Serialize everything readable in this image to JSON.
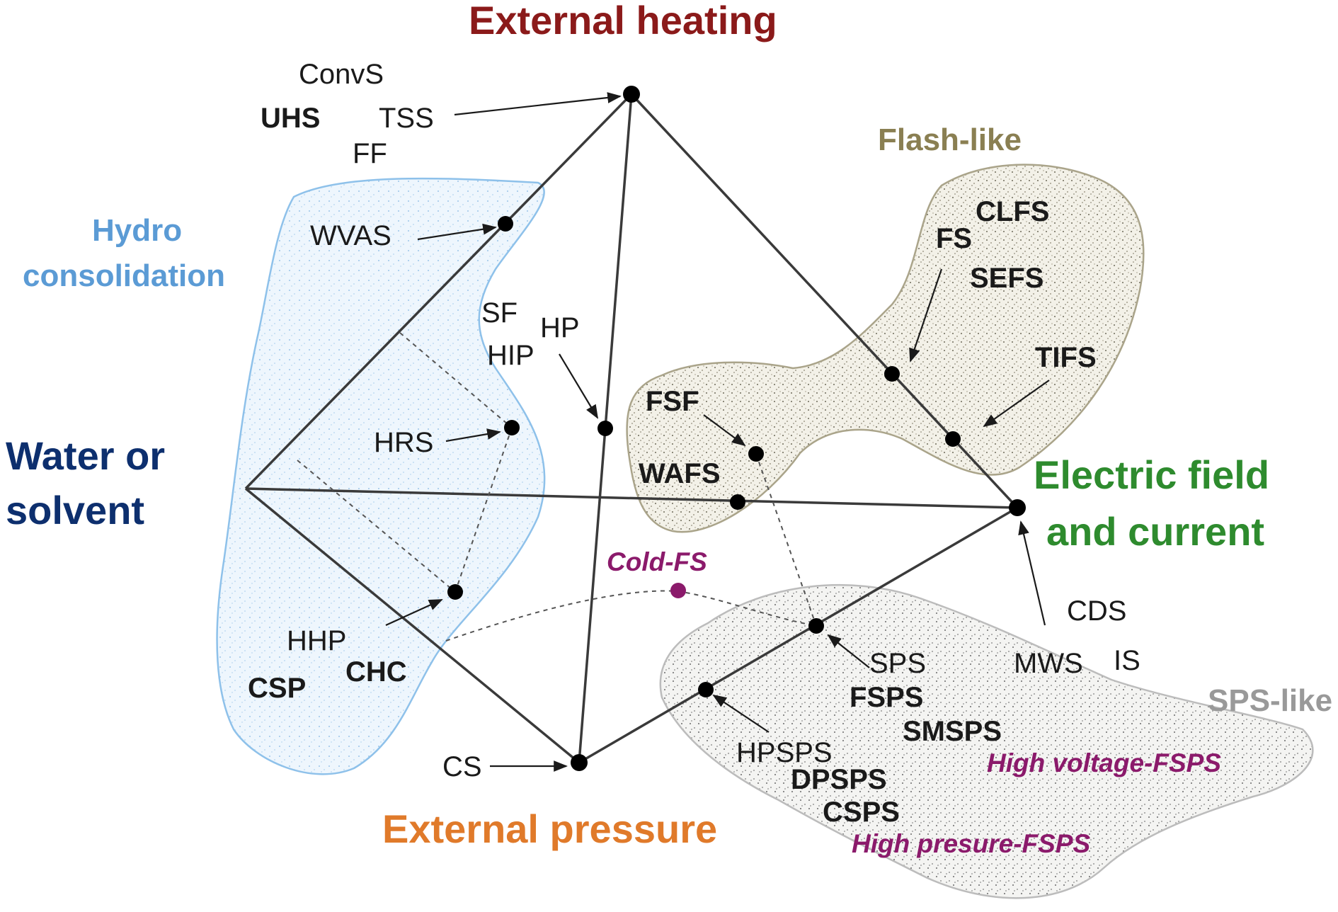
{
  "vertices": {
    "heating": "External heating",
    "water_line1": "Water or",
    "water_line2": "solvent",
    "electric_line1": "Electric field",
    "electric_line2": "and current",
    "pressure": "External pressure"
  },
  "regions": {
    "hydro_line1": "Hydro",
    "hydro_line2": "consolidation",
    "flash": "Flash-like",
    "sps": "SPS-like"
  },
  "labels": {
    "convs": "ConvS",
    "uhs": "UHS",
    "tss": "TSS",
    "ff": "FF",
    "wvas": "WVAS",
    "sf": "SF",
    "hp": "HP",
    "hip": "HIP",
    "hrs": "HRS",
    "hhp": "HHP",
    "csp": "CSP",
    "chc": "CHC",
    "cs": "CS",
    "clfs": "CLFS",
    "fs": "FS",
    "sefs": "SEFS",
    "tifs": "TIFS",
    "fsf": "FSF",
    "wafs": "WAFS",
    "cold_fs": "Cold-FS",
    "cds": "CDS",
    "mws": "MWS",
    "is": "IS",
    "sps": "SPS",
    "fsps": "FSPS",
    "smsps": "SMSPS",
    "hpsps": "HPSPS",
    "dpsps": "DPSPS",
    "csps": "CSPS",
    "hv_fsps": "High voltage-FSPS",
    "hp_fsps": "High presure-FSPS"
  },
  "colors": {
    "heating": "#8b1a1a",
    "water": "#0d2f6e",
    "electric": "#2e8b2e",
    "pressure": "#e07a2a",
    "hydro": "#5b9bd5",
    "flash": "#8a7f52",
    "sps_title": "#999999",
    "purple": "#8b1a6b"
  }
}
